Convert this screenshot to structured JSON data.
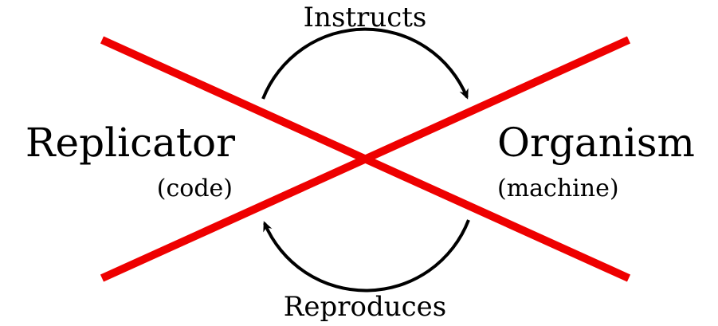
{
  "nodes": {
    "replicator": {
      "label": "Replicator",
      "sublabel": "(code)"
    },
    "organism": {
      "label": "Organism",
      "sublabel": "(machine)"
    }
  },
  "edges": {
    "top": {
      "label": "Instructs"
    },
    "bottom": {
      "label": "Reproduces"
    }
  },
  "colors": {
    "cross": "#ee0000",
    "arrow": "#000000",
    "text": "#000000"
  }
}
